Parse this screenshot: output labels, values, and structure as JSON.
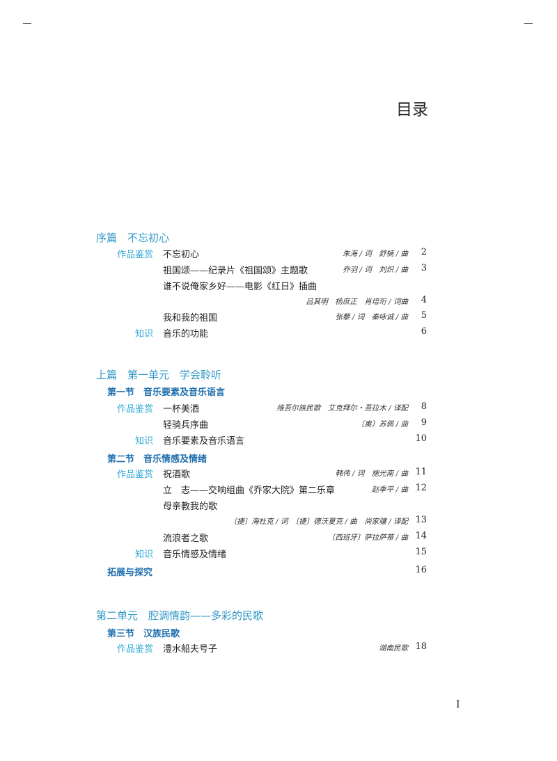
{
  "title": "目录",
  "folio": "I",
  "sections": {
    "prologue": {
      "label": "序篇　不忘初心"
    },
    "part1": {
      "label": "上篇　第一单元　学会聆听"
    },
    "unit2": {
      "label": "第二单元　腔调情韵——多彩的民歌"
    }
  },
  "subsections": {
    "s1": "第一节　音乐要素及音乐语言",
    "s2": "第二节　音乐情感及情绪",
    "ext": "拓展与探究",
    "s3": "第三节　汉族民歌"
  },
  "categories": {
    "appreciation": "作品鉴赏",
    "knowledge": "知识"
  },
  "entries": [
    {
      "title": "不忘初心",
      "credit": "朱海 / 词　舒楠 / 曲",
      "page": "2"
    },
    {
      "title": "祖国颂——纪录片《祖国颂》主题歌",
      "credit": "乔羽 / 词　刘炽 / 曲",
      "page": "3"
    },
    {
      "title": "谁不说俺家乡好——电影《红日》插曲",
      "credit": "",
      "page": ""
    },
    {
      "title": "",
      "credit": "吕其明　杨庶正　肖培珩 / 词曲",
      "page": "4"
    },
    {
      "title": "我和我的祖国",
      "credit": "张藜 / 词　秦咏诚 / 曲",
      "page": "5"
    },
    {
      "title": "音乐的功能",
      "credit": "",
      "page": "6"
    },
    {
      "title": "一杯美酒",
      "credit": "维吾尔族民歌　艾克拜尔・吾拉木 / 译配",
      "page": "8"
    },
    {
      "title": "轻骑兵序曲",
      "credit": "〔奥〕苏佩 / 曲",
      "page": "9"
    },
    {
      "title": "音乐要素及音乐语言",
      "credit": "",
      "page": "10"
    },
    {
      "title": "祝酒歌",
      "credit": "韩伟 / 词　施光南 / 曲",
      "page": "11"
    },
    {
      "title": "立　志——交响组曲《乔家大院》第二乐章",
      "credit": "赵季平 / 曲",
      "page": "12"
    },
    {
      "title": "母亲教我的歌",
      "credit": "",
      "page": ""
    },
    {
      "title": "",
      "credit": "〔捷〕海杜克 / 词　〔捷〕德沃夏克 / 曲　尚家骧 / 译配",
      "page": "13"
    },
    {
      "title": "流浪者之歌",
      "credit": "〔西班牙〕萨拉萨蒂 / 曲",
      "page": "14"
    },
    {
      "title": "音乐情感及情绪",
      "credit": "",
      "page": "15"
    },
    {
      "title": "",
      "credit": "",
      "page": "16"
    },
    {
      "title": "澧水船夫号子",
      "credit": "湖南民歌",
      "page": "18"
    }
  ]
}
